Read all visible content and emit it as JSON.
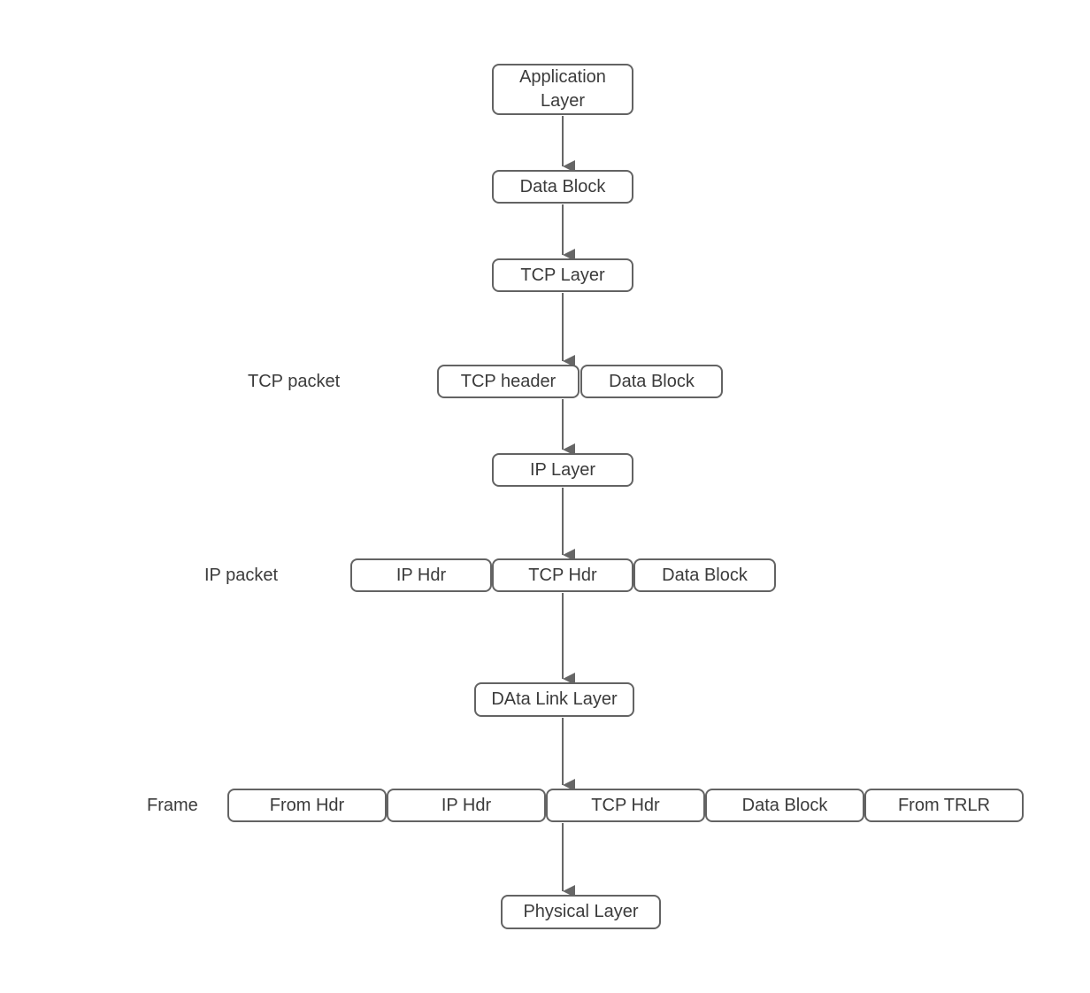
{
  "colors": {
    "background": "#ffffff",
    "box_border": "#636363",
    "box_fill": "#ffffff",
    "text": "#3b3b3b",
    "arrow": "#666666"
  },
  "diagram": {
    "nodes": {
      "application_layer": "Application Layer",
      "data_block_top": "Data Block",
      "tcp_layer": "TCP Layer",
      "tcp_header": "TCP header",
      "tcp_packet_data_block": "Data Block",
      "ip_layer": "IP Layer",
      "ip_packet_ip_hdr": "IP Hdr",
      "ip_packet_tcp_hdr": "TCP Hdr",
      "ip_packet_data_block": "Data Block",
      "data_link_layer": "DAta Link Layer",
      "frame_from_hdr": "From Hdr",
      "frame_ip_hdr": "IP Hdr",
      "frame_tcp_hdr": "TCP Hdr",
      "frame_data_block": "Data Block",
      "frame_from_trlr": "From TRLR",
      "physical_layer": "Physical Layer"
    },
    "row_labels": {
      "tcp_packet": "TCP packet",
      "ip_packet": "IP packet",
      "frame": "Frame"
    }
  }
}
